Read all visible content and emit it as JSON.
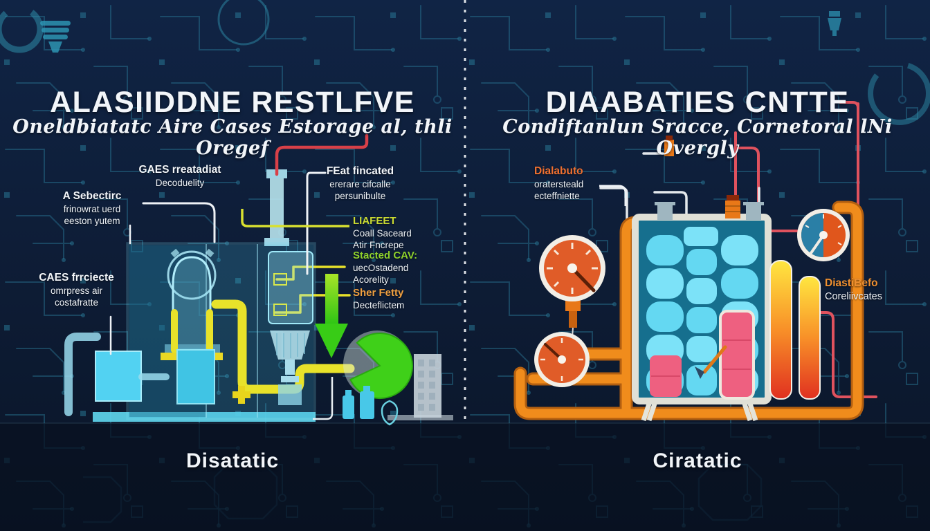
{
  "left": {
    "title": "ALASIIDDNE RESTLFVE",
    "subtitle": "Oneldbiatatc Aire Cases Estorage al, thli Oregef",
    "bottom_label": "Disatatic",
    "labels": {
      "top_center": {
        "heading": "GAES rreatadiat",
        "line2": "Decoduelity"
      },
      "upper_left": {
        "heading": "A Sebectirc",
        "line2": "frinowrat uerd",
        "line3": "eeston yutem"
      },
      "mid_left": {
        "heading": "CAES frrciecte",
        "line2": "omrpress air",
        "line3": "costafratte"
      },
      "upper_right": {
        "heading": "FEat fincated",
        "line2": "ererare cifcalle",
        "line3": "persunibulte"
      },
      "legend": [
        {
          "heading": "LIAFEET",
          "line2": "Coall Saceard",
          "line3": "Atir Fncrepe"
        },
        {
          "heading": "Stacted CAV:",
          "line2": "uecOstadend",
          "line3": "Acorelity"
        },
        {
          "heading": "Sher Fetty",
          "line2": "Decteflictem",
          "line3": ""
        }
      ]
    }
  },
  "right": {
    "title": "DIAABATIES CNTTE",
    "subtitle": "Condiftanlun Sracce, Cornetoral lNi Overgly",
    "bottom_label": "Ciratatic",
    "labels": {
      "upper_left": {
        "heading": "Dialabuto",
        "line2": "oratersteald",
        "line3": "ecteffniette"
      },
      "mid_right": {
        "heading": "DiastiBefo",
        "line2": "Coreliivcates"
      }
    }
  },
  "colors": {
    "background": "#0d1b33",
    "bottom_band": "#081120",
    "circuit_teal": "#2a7d9c",
    "machine_cyan": "#58c8e8",
    "pipe_yellow": "#e8e22a",
    "arrow_green": "#46d41e",
    "pie_green": "#3fd019",
    "legend_green_1": "#cada32",
    "legend_green_2": "#8fd22c",
    "legend_orange": "#f0a040",
    "gauge_orange": "#e05c28",
    "pipe_orange": "#ee8418",
    "tank_frame": "#ddddd3",
    "tank_teal": "#166f8e",
    "tank_blob_cyan": "#64d8f2",
    "tank_bar_pink": "#ee6080",
    "gradient_bar_top": "#ffe640",
    "gradient_bar_mid": "#f89028",
    "gradient_bar_bottom": "#e03020",
    "red_line": "#d84048",
    "divider_white": "#f4f6f8"
  }
}
